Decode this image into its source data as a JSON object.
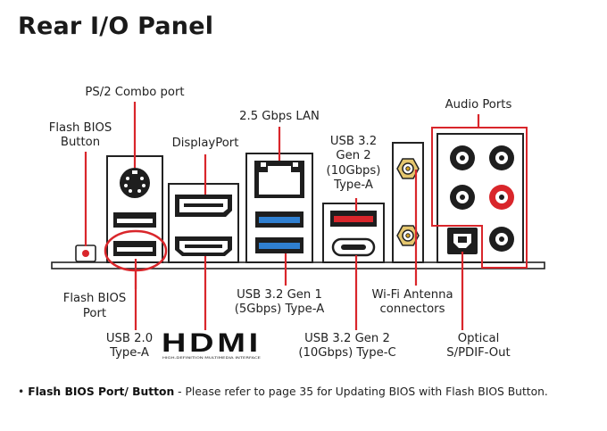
{
  "title": "Rear I/O Panel",
  "labels": {
    "ps2": "PS/2 Combo port",
    "flash_btn_1": "Flash BIOS",
    "flash_btn_2": "Button",
    "displayport": "DisplayPort",
    "lan": "2.5 Gbps LAN",
    "usb32g2a_1": "USB 3.2",
    "usb32g2a_2": "Gen 2",
    "usb32g2a_3": "(10Gbps)",
    "usb32g2a_4": "Type-A",
    "audio": "Audio Ports",
    "flash_port_1": "Flash BIOS",
    "flash_port_2": "Port",
    "usb20_1": "USB 2.0",
    "usb20_2": "Type-A",
    "usb32g1_1": "USB 3.2 Gen 1",
    "usb32g1_2": "(5Gbps) Type-A",
    "usb32g2c_1": "USB 3.2 Gen 2",
    "usb32g2c_2": "(10Gbps) Type-C",
    "wifi_1": "Wi-Fi Antenna",
    "wifi_2": "connectors",
    "optical_1": "Optical",
    "optical_2": "S/PDIF-Out"
  },
  "hdmi_logo": {
    "text": "HDMI",
    "tagline": "HIGH-DEFINITION MULTIMEDIA INTERFACE"
  },
  "footnote": {
    "bullet": "•",
    "bold": "Flash BIOS Port/ Button",
    "text": " - Please refer to page 35 for Updating BIOS with Flash BIOS Button."
  },
  "colors": {
    "callout_line": "#d9262b",
    "usb3_blue": "#2f7fd0",
    "usb_red": "#d9262b",
    "panel_dark": "#1e1e1e"
  }
}
